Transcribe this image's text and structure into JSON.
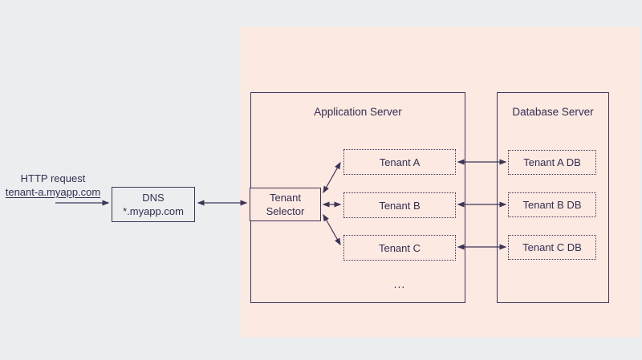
{
  "colors": {
    "background": "#ebeeef",
    "panel": "#fce9e2",
    "line": "#3e3456",
    "text": "#342e52"
  },
  "request": {
    "line1": "HTTP request",
    "line2": "tenant-a.myapp.com"
  },
  "dns": {
    "line1": "DNS",
    "line2": "*.myapp.com"
  },
  "selector": {
    "line1": "Tenant",
    "line2": "Selector"
  },
  "app_server": {
    "title": "Application Server",
    "tenants": [
      "Tenant A",
      "Tenant B",
      "Tenant C"
    ],
    "more": "..."
  },
  "db_server": {
    "title": "Database Server",
    "databases": [
      "Tenant A DB",
      "Tenant B DB",
      "Tenant C DB"
    ]
  }
}
